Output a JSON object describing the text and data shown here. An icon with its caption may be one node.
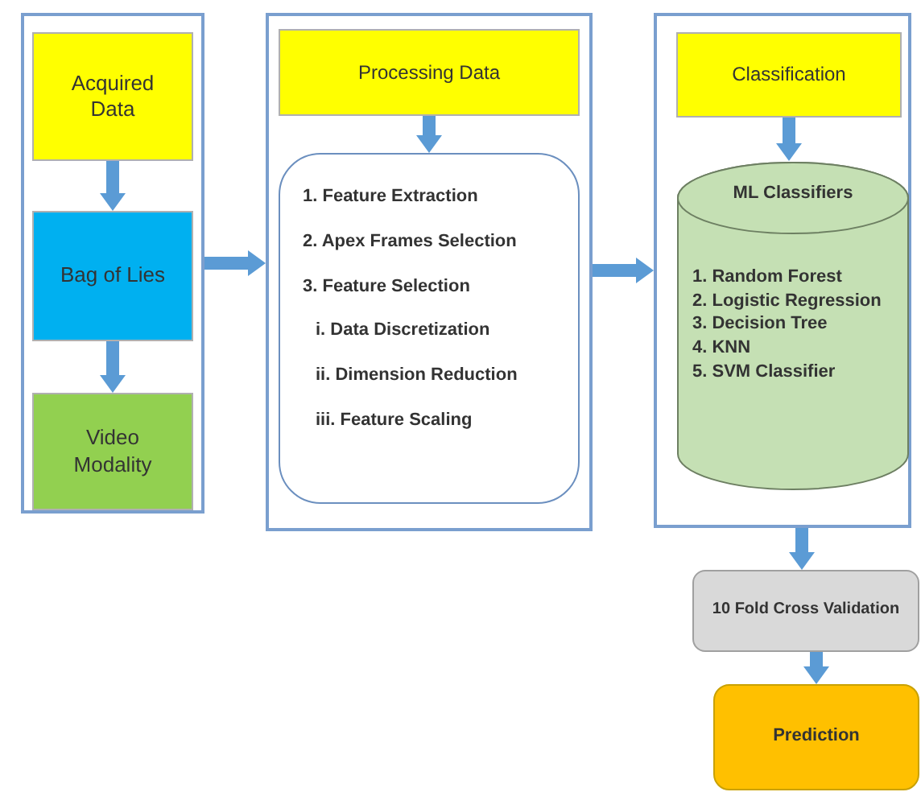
{
  "diagram": {
    "nodes": [
      {
        "text": [],
        "shape": "box"
      },
      {
        "text": [
          "Acquired Data"
        ],
        "in": 0
      },
      {
        "text": [
          "Bag of Lies"
        ],
        "in": 0
      },
      {
        "text": [
          "Video Modality"
        ],
        "in": 0
      },
      {
        "text": [],
        "shape": "box"
      },
      {
        "text": [
          "Processing Data"
        ],
        "in": 4
      },
      {
        "text": [
          "1. Feature Extraction",
          "2. Apex Frames Selection",
          "3. Feature Selection",
          "i. Data Discretization",
          "ii. Dimension Reduction",
          "iii. Feature Scaling"
        ],
        "in": 4
      },
      {
        "text": [],
        "shape": "box"
      },
      {
        "text": [
          "Classification"
        ],
        "in": 7
      },
      {
        "text": [
          "ML Classifiers",
          "1. Random Forest",
          "2. Logistic Regression",
          "3. Decision Tree",
          "4. KNN",
          "5. SVM Classifier"
        ],
        "in": 7
      },
      {
        "text": [
          "10 Fold Cross Validation"
        ]
      },
      {
        "text": [
          "Prediction"
        ]
      }
    ],
    "edges": [
      {
        "from": 1,
        "to": 2,
        "arrow": "to"
      },
      {
        "from": 2,
        "to": 3,
        "arrow": "to"
      },
      {
        "from": 0,
        "to": 4,
        "arrow": "to"
      },
      {
        "from": 5,
        "to": 6,
        "arrow": "to"
      },
      {
        "from": 4,
        "to": 7,
        "arrow": "to"
      },
      {
        "from": 8,
        "to": 9,
        "arrow": "to"
      },
      {
        "from": 7,
        "to": 10,
        "arrow": "to"
      },
      {
        "from": 10,
        "to": 11,
        "arrow": "to"
      }
    ]
  }
}
